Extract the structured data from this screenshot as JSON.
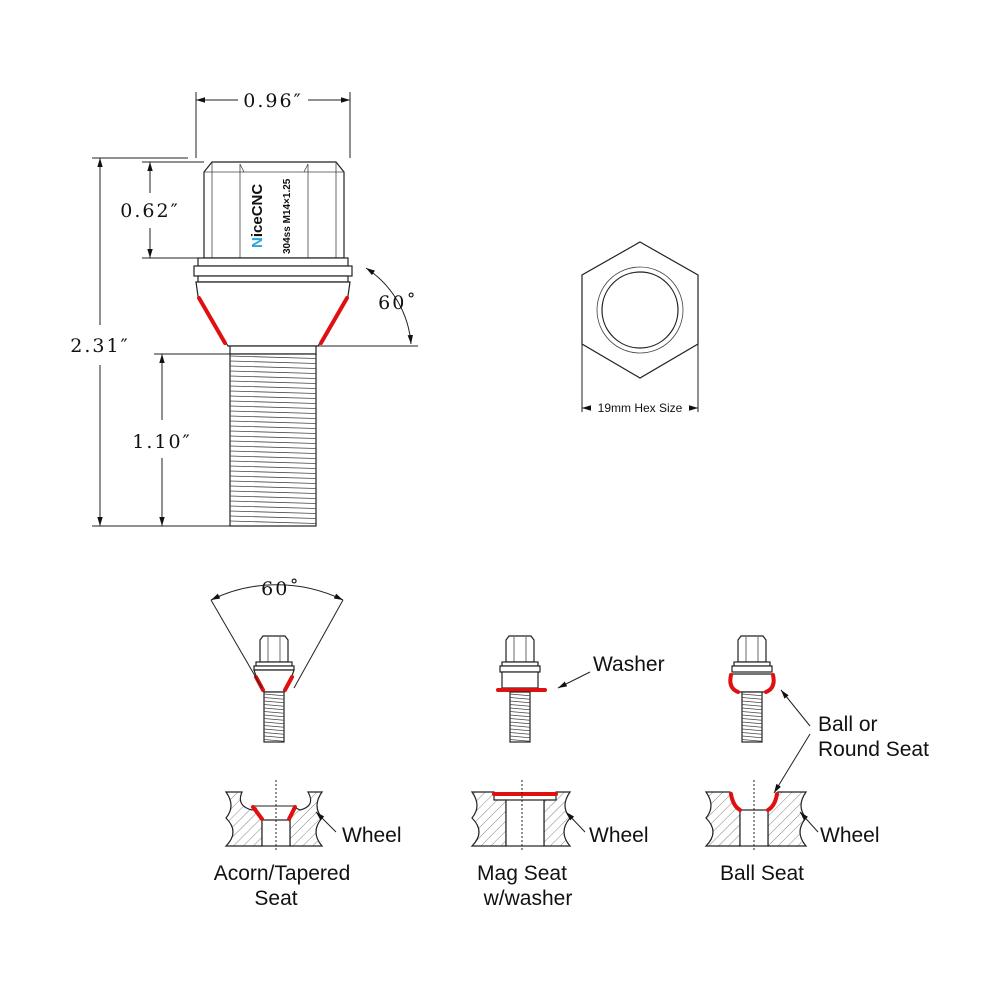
{
  "colors": {
    "seat_highlight": "#e01010",
    "brand_accent": "#29a3dc",
    "line": "#222222"
  },
  "dimensions": {
    "width": "0.96″",
    "head_height": "0.62″",
    "total_length": "2.31″",
    "thread_length": "1.10″",
    "seat_angle": "60˚"
  },
  "bolt_marking": {
    "brand_first": "N",
    "brand_rest": "iceCNC",
    "spec": "304ss M14×1.25"
  },
  "hex_view": {
    "label": "19mm Hex Size"
  },
  "seat_types": [
    {
      "name_lines": [
        "Acorn/Tapered",
        "Seat"
      ],
      "wheel_label": "Wheel",
      "angle_label": "60˚"
    },
    {
      "name_lines": [
        "Mag Seat",
        "w/washer"
      ],
      "wheel_label": "Wheel",
      "part_label": "Washer"
    },
    {
      "name_lines": [
        "Ball Seat"
      ],
      "wheel_label": "Wheel",
      "part_label_lines": [
        "Ball or",
        "Round Seat"
      ]
    }
  ]
}
